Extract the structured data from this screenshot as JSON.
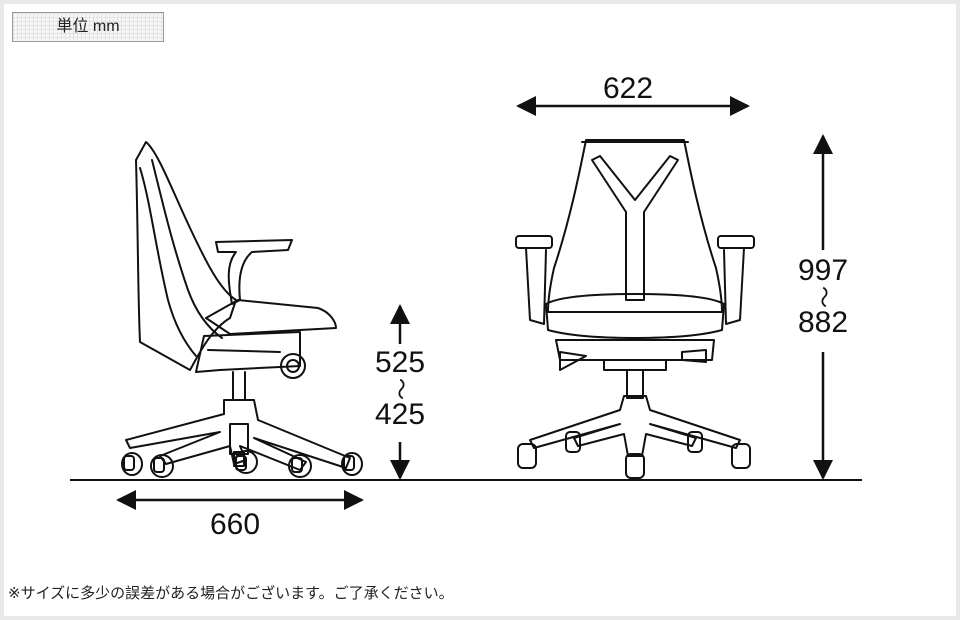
{
  "unit_label": "単位 mm",
  "dimensions": {
    "front_width": "622",
    "total_height_max": "997",
    "total_height_min": "882",
    "seat_height_max": "525",
    "seat_height_min": "425",
    "base_depth": "660",
    "range_symbol": "～"
  },
  "footnote": "※サイズに多少の誤差がある場合がございます。ご了承ください。"
}
